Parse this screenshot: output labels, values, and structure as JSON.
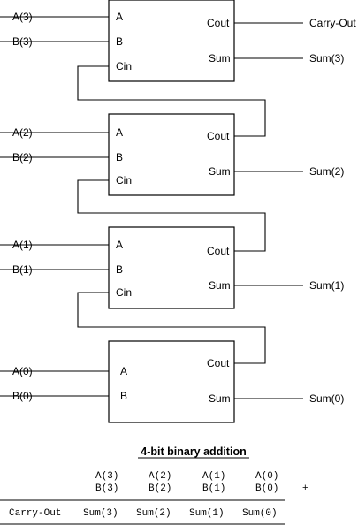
{
  "adders": [
    {
      "inputs": {
        "a": "A(3)",
        "b": "B(3)"
      },
      "pins": {
        "a": "A",
        "b": "B",
        "cin": "Cin",
        "cout": "Cout",
        "sum": "Sum"
      },
      "outputs": {
        "cout": "Carry-Out",
        "sum": "Sum(3)"
      }
    },
    {
      "inputs": {
        "a": "A(2)",
        "b": "B(2)"
      },
      "pins": {
        "a": "A",
        "b": "B",
        "cin": "Cin",
        "cout": "Cout",
        "sum": "Sum"
      },
      "outputs": {
        "sum": "Sum(2)"
      }
    },
    {
      "inputs": {
        "a": "A(1)",
        "b": "B(1)"
      },
      "pins": {
        "a": "A",
        "b": "B",
        "cin": "Cin",
        "cout": "Cout",
        "sum": "Sum"
      },
      "outputs": {
        "sum": "Sum(1)"
      }
    },
    {
      "inputs": {
        "a": "A(0)",
        "b": "B(0)"
      },
      "pins": {
        "a": "A",
        "b": "B",
        "cout": "Cout",
        "sum": "Sum"
      },
      "outputs": {
        "sum": "Sum(0)"
      }
    }
  ],
  "addition": {
    "title": "4-bit binary addition",
    "row_a": [
      "A(3)",
      "A(2)",
      "A(1)",
      "A(0)"
    ],
    "row_b": [
      "B(3)",
      "B(2)",
      "B(1)",
      "B(0)"
    ],
    "operator": "+",
    "result": [
      "Carry-Out",
      "Sum(3)",
      "Sum(2)",
      "Sum(1)",
      "Sum(0)"
    ]
  }
}
